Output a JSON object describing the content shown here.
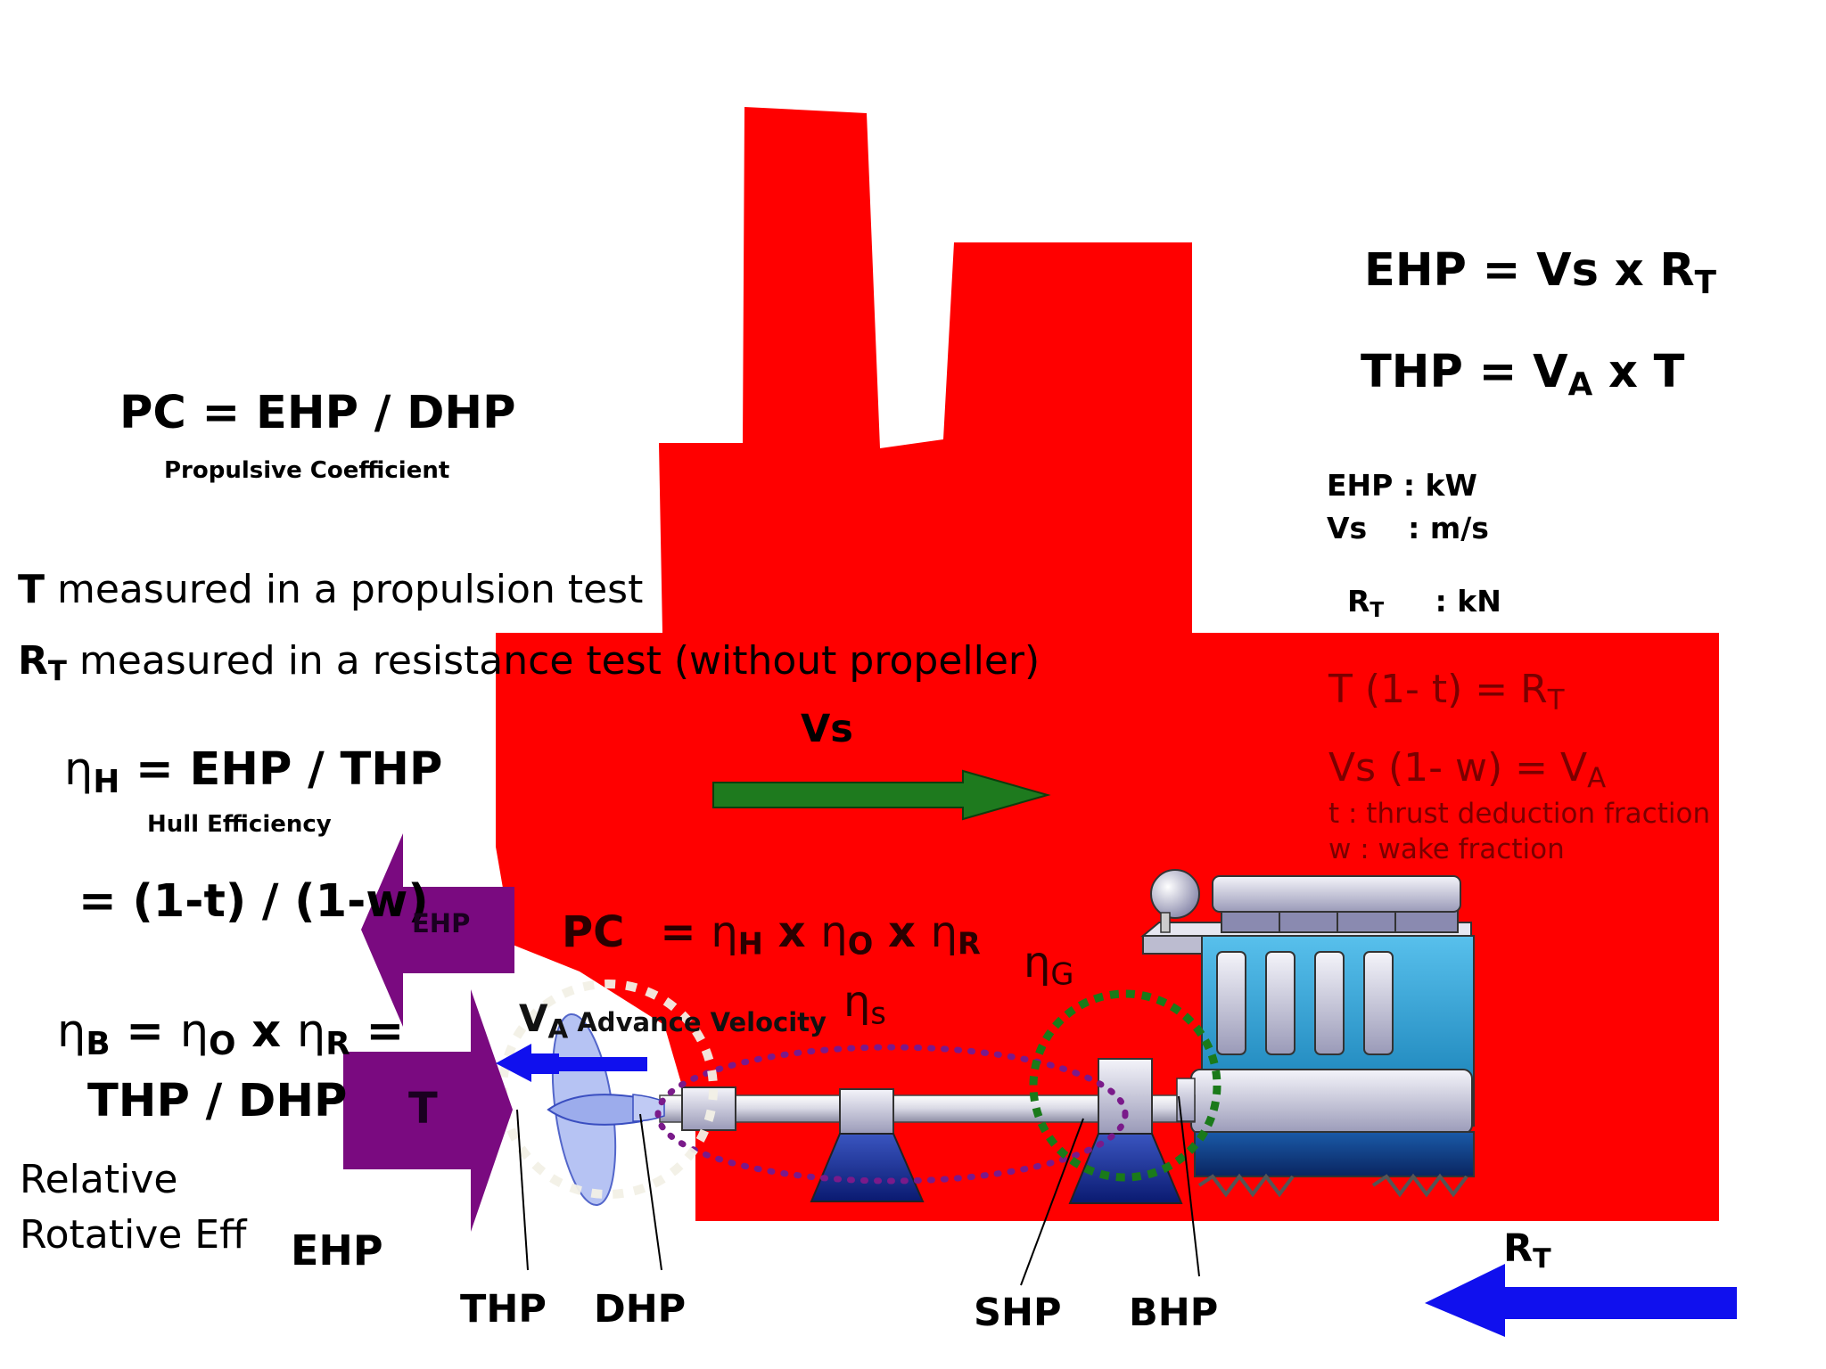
{
  "colors": {
    "ship_red": "#ff0000",
    "vs_arrow": "#1e7a1e",
    "va_arrow": "#1010ee",
    "rt_arrow": "#1010ee",
    "thrust_purple": "#7a0a80",
    "propulsion_dotted": "#7a1a8a",
    "gearbox_dotted": "#1a7a1a",
    "engine_blue": "#1a9ad0",
    "propeller_blue": "#a8b8f0"
  },
  "formulas": {
    "ehp_eq": {
      "lhs": "EHP = Vs x R",
      "sub": "T"
    },
    "thp_eq": {
      "lhs": "THP = V",
      "sub": "A",
      "rhs": " x T"
    },
    "pc_eq": "PC = EHP / DHP",
    "pc_caption": "Propulsive Coefficient",
    "t_measured": {
      "bold": "T",
      "rest": " measured in a propulsion test"
    },
    "rt_measured": {
      "bold": "R",
      "sub": "T",
      "rest": " measured in a resistance test (without propeller)"
    },
    "eta_h": {
      "eta": "η",
      "sub": "H",
      "rest": " = EHP / THP"
    },
    "hull_caption": "Hull Efficiency",
    "eta_h_ratio": "= (1-t) / (1-w)",
    "eta_b": {
      "eta": "η",
      "sub": "B",
      "mid": " = ",
      "eta_o": "η",
      "sub_o": "O",
      "x": " x ",
      "eta_r": "η",
      "sub_r": "R",
      "end": " ="
    },
    "thp_dhp": "THP / DHP",
    "relative_line1": "Relative",
    "relative_line2": "Rotative Eff",
    "pc_product": {
      "pc": "PC",
      "eq": "= ",
      "eta": "η",
      "sub_h": "H",
      "x1": " x ",
      "sub_o": "O",
      "x2": " x ",
      "sub_r": "R"
    }
  },
  "units": {
    "ehp": "EHP : kW",
    "vs": "Vs    : m/s",
    "rt": {
      "r": "R",
      "sub": "T",
      "rest": "     : kN"
    }
  },
  "hull_text": {
    "t_rel": {
      "lhs": "T (1- t) = R",
      "sub": "T"
    },
    "vs_rel": {
      "lhs": "Vs (1- w) = V",
      "sub": "A"
    },
    "t_def": "t : thrust deduction fraction",
    "w_def": "w : wake fraction"
  },
  "labels": {
    "vs": "Vs",
    "ehp_arrow": "EHP",
    "t_arrow": "T",
    "va": {
      "v": "V",
      "sub": "A",
      "rest": " Advance Velocity"
    },
    "eta_s": {
      "eta": "η",
      "sub": "s"
    },
    "eta_g": {
      "eta": "η",
      "sub": "G"
    },
    "ehp_bottom": "EHP",
    "thp": "THP",
    "dhp": "DHP",
    "shp": "SHP",
    "bhp": "BHP",
    "rt": {
      "r": "R",
      "sub": "T"
    }
  }
}
